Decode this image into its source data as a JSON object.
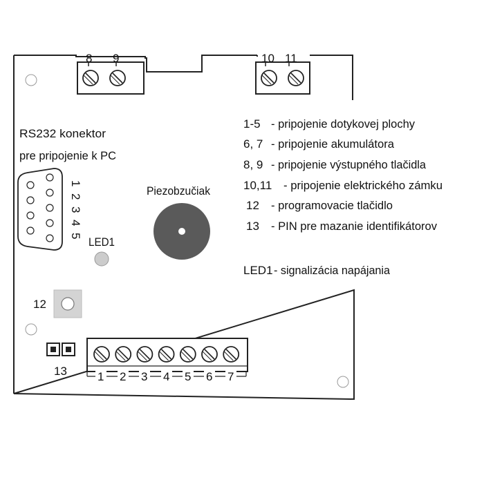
{
  "terminals_top_left": [
    "8",
    "9"
  ],
  "terminals_top_right": [
    "10",
    "11"
  ],
  "rs232": {
    "line1": "RS232 konektor",
    "line2": "pre pripojenie k PC",
    "pin_numbers": [
      "1",
      "2",
      "3",
      "4",
      "5"
    ]
  },
  "piezo_label": "Piezobzučiak",
  "led1_label": "LED1",
  "button12_label": "12",
  "jumper13_label": "13",
  "bottom_terminals": [
    "1",
    "2",
    "3",
    "4",
    "5",
    "6",
    "7"
  ],
  "legend": [
    {
      "key": "1-5",
      "desc": "- pripojenie dotykovej plochy"
    },
    {
      "key": "6, 7",
      "desc": "- pripojenie akumulátora"
    },
    {
      "key": "8, 9",
      "desc": "- pripojenie výstupného tlačidla"
    },
    {
      "key": "10,11",
      "desc": "- pripojenie elektrického zámku"
    },
    {
      "key": "12",
      "desc": "- programovacie tlačidlo"
    },
    {
      "key": "13",
      "desc": "- PIN pre mazanie identifikátorov"
    }
  ],
  "led_note": {
    "key": "LED1",
    "desc": "- signalizácia napájania"
  },
  "colors": {
    "line": "#222222",
    "piezo": "#5a5a5a",
    "led": "#cccccc",
    "button": "#d4d4d4"
  }
}
